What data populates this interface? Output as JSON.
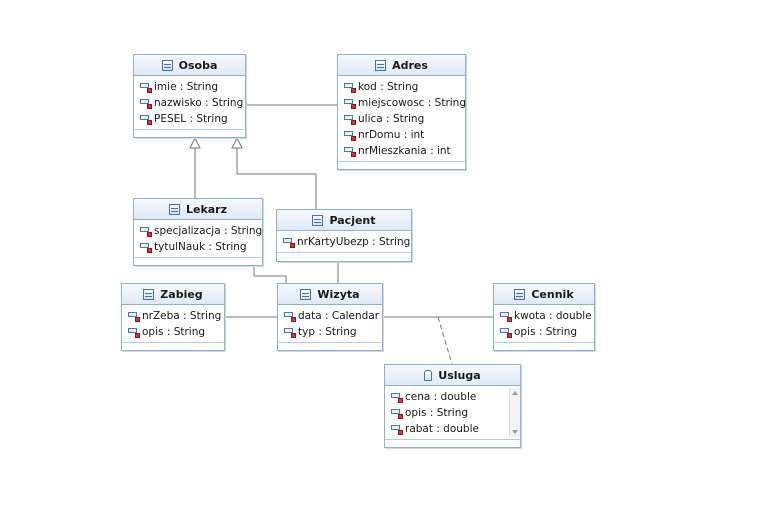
{
  "classes": {
    "osoba": {
      "name": "Osoba",
      "attrs": [
        "imie : String",
        "nazwisko : String",
        "PESEL : String"
      ]
    },
    "adres": {
      "name": "Adres",
      "attrs": [
        "kod : String",
        "miejscowosc : String",
        "ulica : String",
        "nrDomu : int",
        "nrMieszkania : int"
      ]
    },
    "lekarz": {
      "name": "Lekarz",
      "attrs": [
        "specjalizacja : String",
        "tytulNauk : String"
      ]
    },
    "pacjent": {
      "name": "Pacjent",
      "attrs": [
        "nrKartyUbezp : String"
      ]
    },
    "zabieg": {
      "name": "Zabieg",
      "attrs": [
        "nrZeba : String",
        "opis : String"
      ]
    },
    "wizyta": {
      "name": "Wizyta",
      "attrs": [
        "data : Calendar",
        "typ : String"
      ]
    },
    "cennik": {
      "name": "Cennik",
      "attrs": [
        "kwota : double",
        "opis : String"
      ]
    },
    "usluga": {
      "name": "Usluga",
      "attrs": [
        "cena : double",
        "opis : String",
        "rabat : double"
      ]
    }
  },
  "colors": {
    "line": "#777777",
    "border": "#8fb0d0",
    "header": "#dfe9f4",
    "attr_marker": "#d03a3a"
  }
}
